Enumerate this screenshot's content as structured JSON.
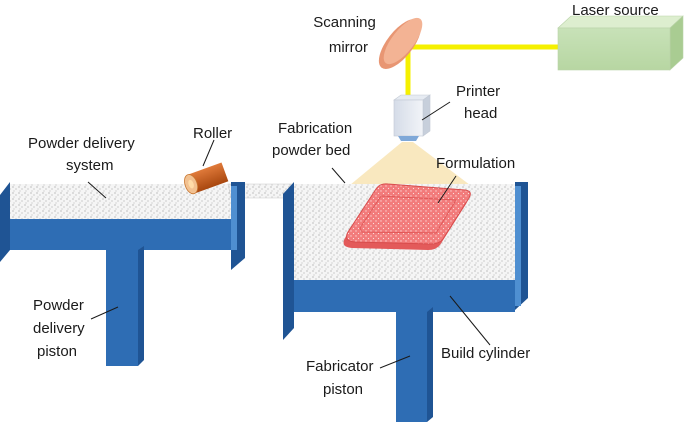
{
  "labels": {
    "laser_source": "Laser source",
    "scanning_mirror_line1": "Scanning",
    "scanning_mirror_line2": "mirror",
    "printer_head_line1": "Printer",
    "printer_head_line2": "head",
    "roller": "Roller",
    "powder_delivery_system_line1": "Powder delivery",
    "powder_delivery_system_line2": "system",
    "fabrication_powder_bed_line1": "Fabrication",
    "fabrication_powder_bed_line2": "powder bed",
    "formulation": "Formulation",
    "powder_delivery_piston_line1": "Powder",
    "powder_delivery_piston_line2": "delivery",
    "powder_delivery_piston_line3": "piston",
    "build_cylinder": "Build cylinder",
    "fabricator_piston_line1": "Fabricator",
    "fabricator_piston_line2": "piston"
  },
  "colors": {
    "structure_blue": "#2e6db4",
    "structure_blue_light": "#4f8fd1",
    "structure_blue_dark": "#1f5494",
    "laser_beam": "#f5f000",
    "laser_box": "#c5dfb4",
    "mirror": "#f0a988",
    "roller": "#c85a1c",
    "formulation": "#f07a7a",
    "powder": "#f4f4f4",
    "light_cone": "#f8e3b0"
  }
}
